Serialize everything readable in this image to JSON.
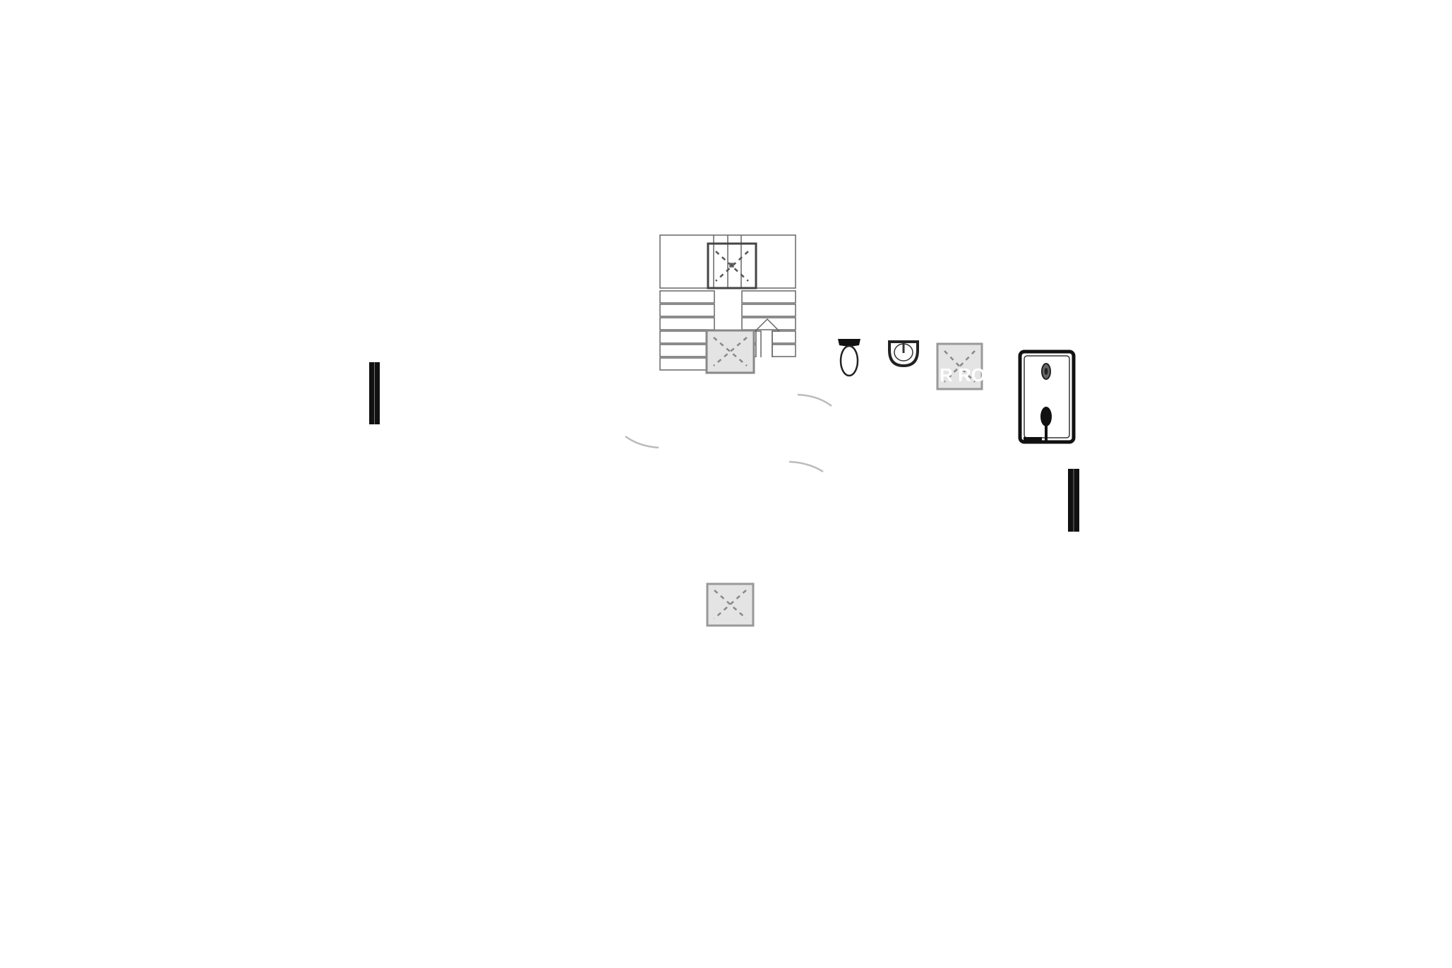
{
  "diagram": {
    "type": "floor-plan-fragment",
    "colors": {
      "background": "#ffffff",
      "line": "#555555",
      "dark": "#111111",
      "fill_grey": "#e4e4e4",
      "arc": "#bbbbbb"
    },
    "elements": {
      "stair": {
        "icon": "staircase-icon",
        "direction": "up"
      },
      "toilet": {
        "icon": "toilet-icon"
      },
      "sink": {
        "icon": "sink-icon"
      },
      "shower": {
        "icon": "shower-icon"
      },
      "placeholders": {
        "icon": "missing-image-x-icon",
        "watermark_fragment": "R RO"
      },
      "columns": {
        "icon": "column-icon"
      },
      "door_swings": {
        "icon": "door-swing-arc"
      }
    }
  }
}
